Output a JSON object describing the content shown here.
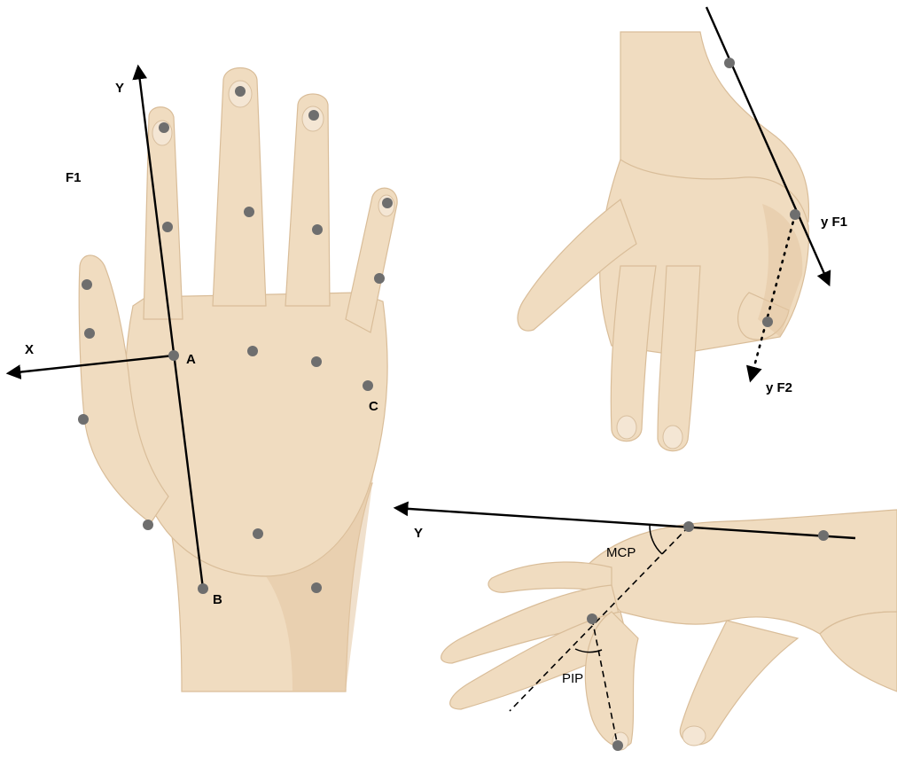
{
  "colors": {
    "skin": "#f0dcc0",
    "skin_edge": "#d9bd99",
    "marker": "#6e6e6e",
    "axis": "#000000",
    "background": "#ffffff"
  },
  "labels": {
    "F1": "F1",
    "Y_top": "Y",
    "X": "X",
    "A": "A",
    "B": "B",
    "C": "C",
    "yF1": "y F1",
    "yF2": "y F2",
    "Y_side": "Y",
    "MCP": "MCP",
    "PIP": "PIP"
  },
  "views": [
    "dorsal-view",
    "flexed-view",
    "lateral-view"
  ]
}
